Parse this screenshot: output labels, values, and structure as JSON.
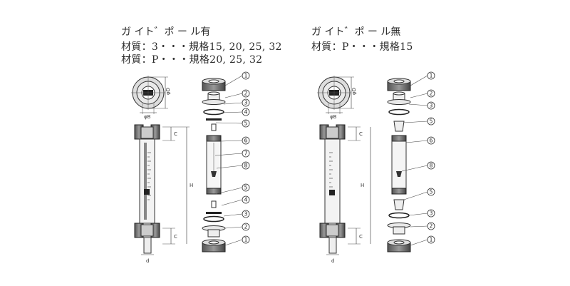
{
  "left": {
    "title": "ガ イト゛ポ ー ル有",
    "spec1": "材質：3・・・規格15, 20, 25, 32",
    "spec2": "材質：P・・・規格20, 25, 32",
    "top_view": {
      "dim_d": "φD",
      "dim_b": "φB"
    },
    "side_view": {
      "dim_c_top": "C",
      "dim_h": "H",
      "dim_c_bottom": "C",
      "dim_d": "d"
    },
    "parts": [
      "1",
      "2",
      "3",
      "4",
      "5",
      "6",
      "7",
      "8",
      "5",
      "4",
      "3",
      "2",
      "1"
    ]
  },
  "right": {
    "title": "ガ イト゛ポ ー ル無",
    "spec1": "材質：P・・・規格15",
    "top_view": {
      "dim_d": "φD",
      "dim_b": "φB"
    },
    "side_view": {
      "dim_c_top": "C",
      "dim_h": "H",
      "dim_c_bottom": "C",
      "dim_d": "d"
    },
    "parts": [
      "1",
      "2",
      "3",
      "5",
      "6",
      "8",
      "5",
      "3",
      "2",
      "1"
    ]
  }
}
